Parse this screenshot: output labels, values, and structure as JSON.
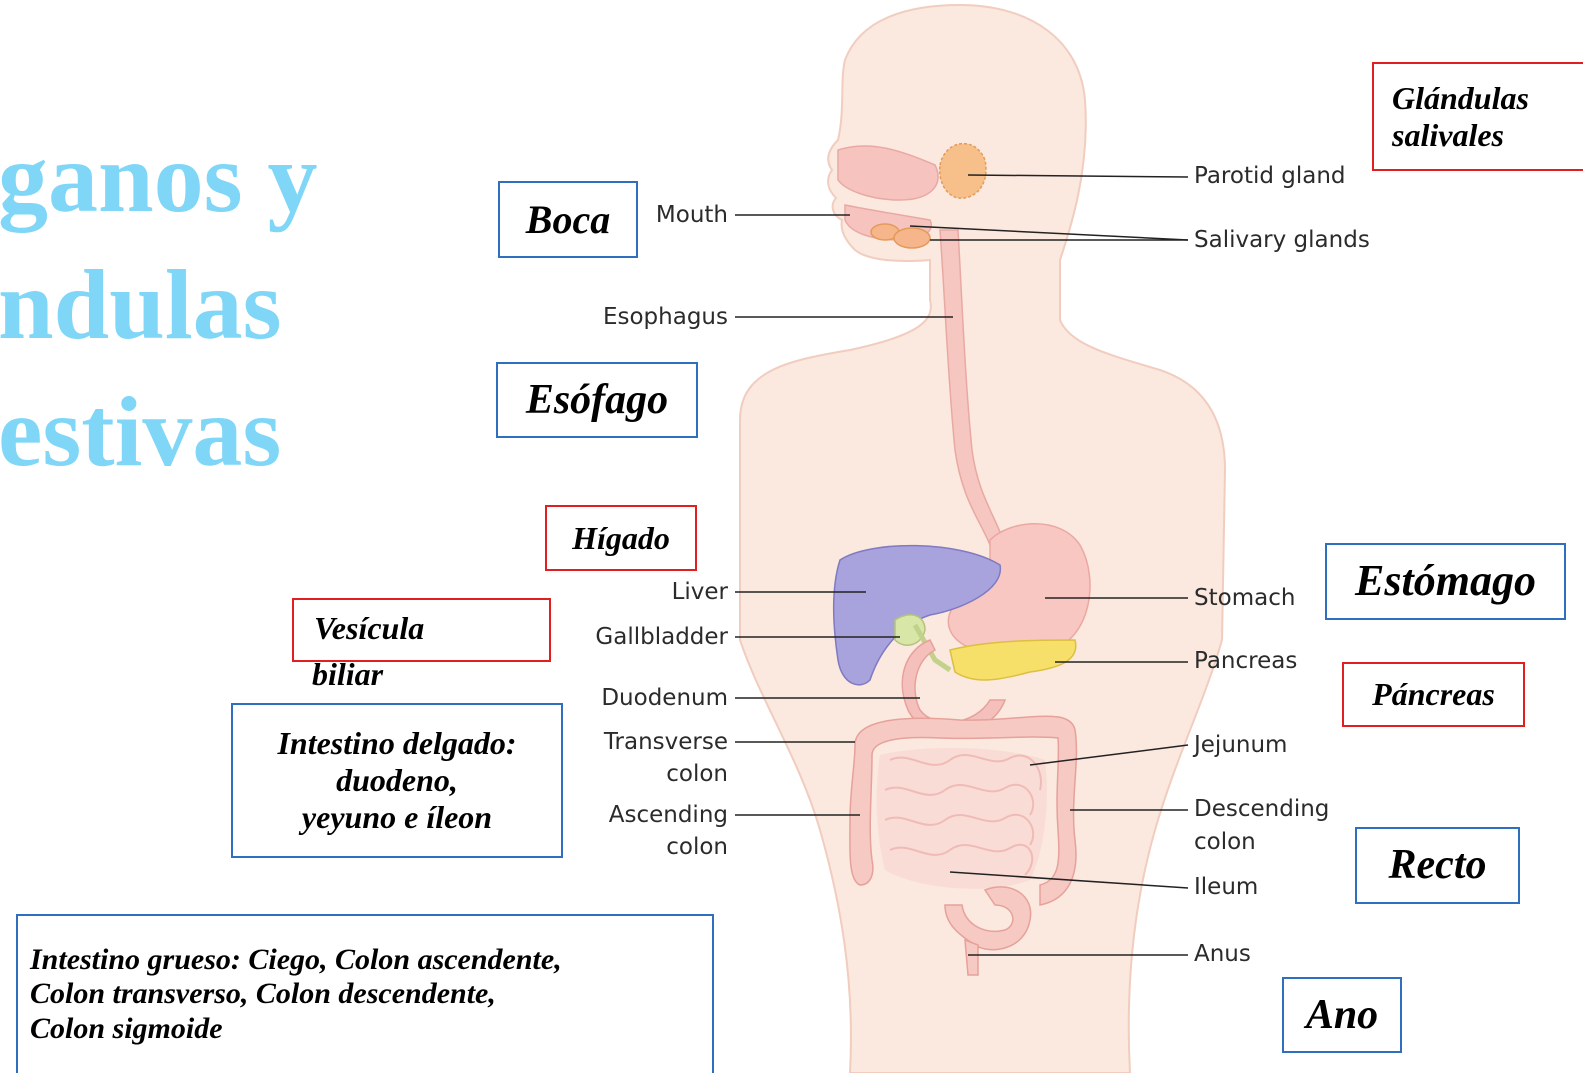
{
  "title": {
    "lines": [
      "ganos y",
      "ndulas",
      "estivas"
    ],
    "color": "#7fd6f6"
  },
  "english_labels": {
    "mouth": "Mouth",
    "esophagus": "Esophagus",
    "liver": "Liver",
    "gallbladder": "Gallbladder",
    "duodenum": "Duodenum",
    "transverse_colon": [
      "Transverse",
      "colon"
    ],
    "ascending_colon": [
      "Ascending",
      "colon"
    ],
    "parotid_gland": "Parotid gland",
    "salivary_glands": "Salivary glands",
    "stomach": "Stomach",
    "pancreas": "Pancreas",
    "jejunum": "Jejunum",
    "descending_colon": [
      "Descending",
      "colon"
    ],
    "ileum": "Ileum",
    "anus": "Anus"
  },
  "spanish_boxes": {
    "boca": "Boca",
    "esofago": "Esófago",
    "higado": "Hígado",
    "vesicula": [
      "Vesícula",
      "biliar"
    ],
    "intestino_delgado": [
      "Intestino delgado:",
      "duodeno,",
      "yeyuno e íleon"
    ],
    "intestino_grueso": [
      "Intestino grueso: Ciego, Colon ascendente,",
      "Colon transverso, Colon descendente,",
      "Colon sigmoide"
    ],
    "glandulas_salivales": [
      "Glándulas",
      "salivales"
    ],
    "estomago": "Estómago",
    "pancreas": "Páncreas",
    "recto": "Recto",
    "ano": "Ano"
  },
  "colors": {
    "blue_border": "#2f6fbf",
    "red_border": "#e02020",
    "body_fill": "#fbe8df",
    "liver_fill": "#a8a3dd",
    "pancreas_fill": "#f7e06a"
  }
}
